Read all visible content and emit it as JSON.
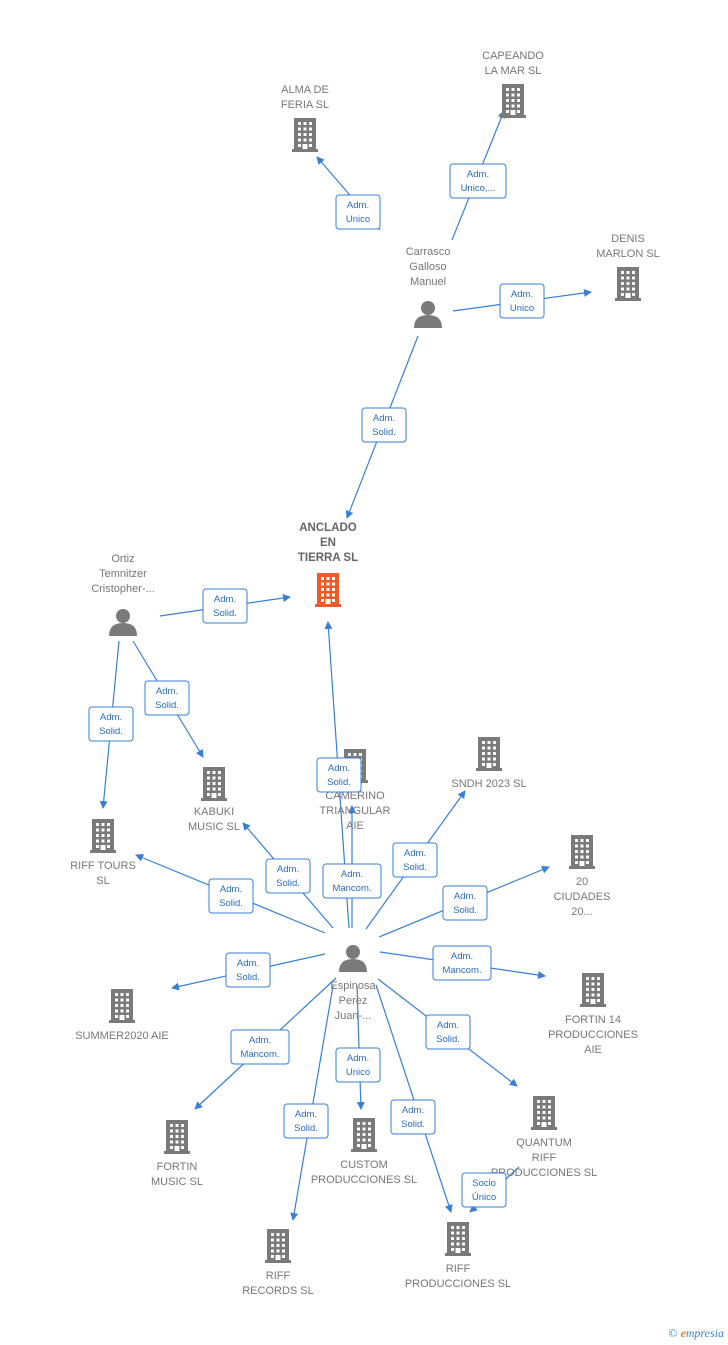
{
  "colors": {
    "edge": "#3a7fd4",
    "building": "#7a7a7a",
    "center_building": "#f0592a",
    "person": "#7a7a7a"
  },
  "nodes": [
    {
      "id": "anclado",
      "kind": "company-center",
      "lines": [
        "ANCLADO",
        "EN",
        "TIERRA  SL"
      ]
    },
    {
      "id": "alma",
      "kind": "company",
      "lines": [
        "ALMA DE",
        "FERIA  SL"
      ]
    },
    {
      "id": "capeando",
      "kind": "company",
      "lines": [
        "CAPEANDO",
        "LA MAR  SL"
      ]
    },
    {
      "id": "denis",
      "kind": "company",
      "lines": [
        "DENIS",
        "MARLON  SL"
      ]
    },
    {
      "id": "carrasco",
      "kind": "person",
      "lines": [
        "Carrasco",
        "Galloso",
        "Manuel"
      ]
    },
    {
      "id": "ortiz",
      "kind": "person",
      "lines": [
        "Ortiz",
        "Temnitzer",
        "Cristopher-..."
      ]
    },
    {
      "id": "kabuki",
      "kind": "company",
      "lines": [
        "KABUKI",
        "MUSIC  SL"
      ]
    },
    {
      "id": "rifftours",
      "kind": "company",
      "lines": [
        "RIFF TOURS",
        "SL"
      ]
    },
    {
      "id": "camerino",
      "kind": "company",
      "lines": [
        "CAMERINO",
        "TRIANGULAR",
        "AIE"
      ]
    },
    {
      "id": "sndh",
      "kind": "company",
      "lines": [
        "SNDH 2023  SL"
      ]
    },
    {
      "id": "ciudades",
      "kind": "company",
      "lines": [
        "20",
        "CIUDADES",
        "20..."
      ]
    },
    {
      "id": "fortin14",
      "kind": "company",
      "lines": [
        "FORTIN 14",
        "PRODUCCIONES",
        "AIE"
      ]
    },
    {
      "id": "espinosa",
      "kind": "person",
      "lines": [
        "Espinosa",
        "Perez",
        "Juan-..."
      ]
    },
    {
      "id": "summer",
      "kind": "company",
      "lines": [
        "SUMMER2020 AIE"
      ]
    },
    {
      "id": "fortinmusic",
      "kind": "company",
      "lines": [
        "FORTIN",
        "MUSIC  SL"
      ]
    },
    {
      "id": "custom",
      "kind": "company",
      "lines": [
        "CUSTOM",
        "PRODUCCIONES SL"
      ]
    },
    {
      "id": "quantum",
      "kind": "company",
      "lines": [
        "QUANTUM",
        "RIFF",
        "PRODUCCIONES SL"
      ]
    },
    {
      "id": "riffrecords",
      "kind": "company",
      "lines": [
        "RIFF",
        "RECORDS  SL"
      ]
    },
    {
      "id": "riffprod",
      "kind": "company",
      "lines": [
        "RIFF",
        "PRODUCCIONES SL"
      ]
    }
  ],
  "edges": [
    {
      "from": "carrasco",
      "to": "alma",
      "label": [
        "Adm.",
        "Unico"
      ]
    },
    {
      "from": "carrasco",
      "to": "capeando",
      "label": [
        "Adm.",
        "Unico,..."
      ]
    },
    {
      "from": "carrasco",
      "to": "denis",
      "label": [
        "Adm.",
        "Unico"
      ]
    },
    {
      "from": "carrasco",
      "to": "anclado",
      "label": [
        "Adm.",
        "Solid."
      ]
    },
    {
      "from": "ortiz",
      "to": "anclado",
      "label": [
        "Adm.",
        "Solid."
      ]
    },
    {
      "from": "ortiz",
      "to": "kabuki",
      "label": [
        "Adm.",
        "Solid."
      ]
    },
    {
      "from": "ortiz",
      "to": "rifftours",
      "label": [
        "Adm.",
        "Solid."
      ]
    },
    {
      "from": "espinosa",
      "to": "anclado",
      "label": [
        "Adm.",
        "Solid."
      ]
    },
    {
      "from": "espinosa",
      "to": "camerino",
      "label": [
        "Adm.",
        "Mancom."
      ]
    },
    {
      "from": "espinosa",
      "to": "kabuki",
      "label": [
        "Adm.",
        "Solid."
      ]
    },
    {
      "from": "espinosa",
      "to": "rifftours",
      "label": [
        "Adm.",
        "Solid."
      ]
    },
    {
      "from": "espinosa",
      "to": "sndh",
      "label": [
        "Adm.",
        "Solid."
      ]
    },
    {
      "from": "espinosa",
      "to": "ciudades",
      "label": [
        "Adm.",
        "Solid."
      ]
    },
    {
      "from": "espinosa",
      "to": "fortin14",
      "label": [
        "Adm.",
        "Mancom."
      ]
    },
    {
      "from": "espinosa",
      "to": "summer",
      "label": [
        "Adm.",
        "Solid."
      ]
    },
    {
      "from": "espinosa",
      "to": "fortinmusic",
      "label": [
        "Adm.",
        "Mancom."
      ]
    },
    {
      "from": "espinosa",
      "to": "custom",
      "label": [
        "Adm.",
        "Unico"
      ]
    },
    {
      "from": "espinosa",
      "to": "quantum",
      "label": [
        "Adm.",
        "Solid."
      ]
    },
    {
      "from": "espinosa",
      "to": "riffrecords",
      "label": [
        "Adm.",
        "Solid."
      ]
    },
    {
      "from": "espinosa",
      "to": "riffprod",
      "label": [
        "Adm.",
        "Solid."
      ]
    },
    {
      "from": "quantum",
      "to": "riffprod",
      "label": [
        "Socio",
        "Único"
      ]
    }
  ],
  "watermark": {
    "copyright": "©",
    "brand_initial": "e",
    "brand_rest": "mpresia"
  }
}
